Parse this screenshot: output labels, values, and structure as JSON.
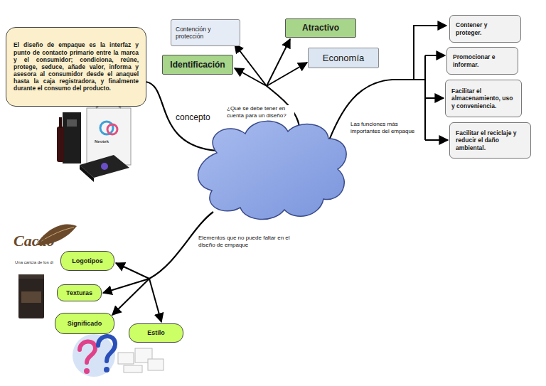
{
  "diagram": {
    "nodes": [
      {
        "text": [
          "El diseño de empaque es la interfaz y punto de contacto primario entre la marca y el consumidor; condiciona, reúne, protege, seduce, añade valor, informa y asesora al consumidor desde el anaquel hasta la caja registradora, y finalmente durante el consumo del producto."
        ]
      },
      {
        "text": [
          "Contención y protección"
        ]
      },
      {
        "text": [
          "Atractivo"
        ]
      },
      {
        "text": [
          "Identificación"
        ]
      },
      {
        "text": [
          "Economía"
        ]
      },
      {
        "text": [
          "Contener y proteger."
        ]
      },
      {
        "text": [
          "Promocionar e informar."
        ]
      },
      {
        "text": [
          "Facilitar el almacenamiento, uso y conveniencia."
        ]
      },
      {
        "text": [
          "Facilitar el reciclaje y reducir el daño ambiental."
        ]
      },
      {
        "text": [
          "Logotipos"
        ]
      },
      {
        "text": [
          "Texturas"
        ]
      },
      {
        "text": [
          "Significado"
        ]
      },
      {
        "text": [
          "Estilo"
        ]
      }
    ],
    "labels": [
      "concepto",
      "¿Qué se debe tener en cuenta para un diseño?",
      "Las funciones más importantes del empaque",
      "Elementos que no puede faltar en el diseño de empaque",
      "Cacao",
      "Una caricia de los di",
      "Neotek"
    ]
  }
}
